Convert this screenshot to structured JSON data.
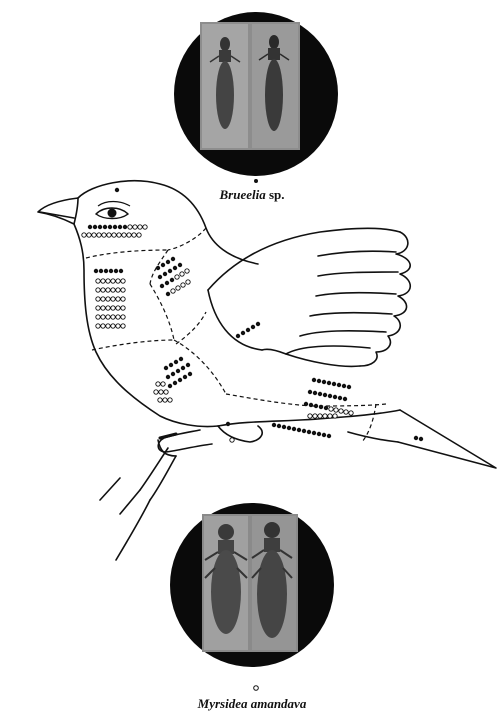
{
  "species_top": {
    "genus": "Brueelia",
    "suffix": "sp.",
    "marker": "filled-dot"
  },
  "species_bottom": {
    "full_name": "Myrsidea amandava",
    "marker": "open-circle"
  },
  "colors": {
    "ink": "#111111",
    "photo_bg": "#0a0a0a",
    "photo_panel": "#9a9a9a",
    "paper": "#ffffff"
  },
  "icons": [
    "bird-outline",
    "louse-photo",
    "filled-dot",
    "open-circle"
  ]
}
